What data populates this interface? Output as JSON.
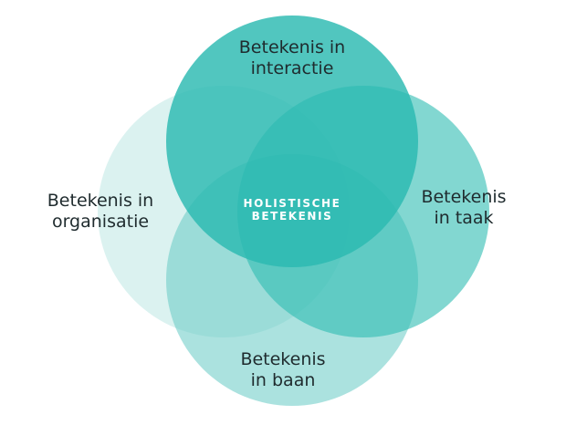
{
  "colors": {
    "circle_interactie": "#2ebcb3",
    "circle_organisatie": "#bde7e4",
    "circle_taak": "#3abfb6",
    "circle_baan": "#7fd3cd",
    "center_text": "#ffffff",
    "label_text": "#1f2b2e"
  },
  "diagram": {
    "top_label": [
      "Betekenis in",
      "interactie"
    ],
    "left_label": [
      "Betekenis in",
      "organisatie"
    ],
    "right_label": [
      "Betekenis",
      "in taak"
    ],
    "bottom_label": [
      "Betekenis",
      "in baan"
    ],
    "center_label": [
      "HOLISTISCHE",
      "BETEKENIS"
    ]
  }
}
